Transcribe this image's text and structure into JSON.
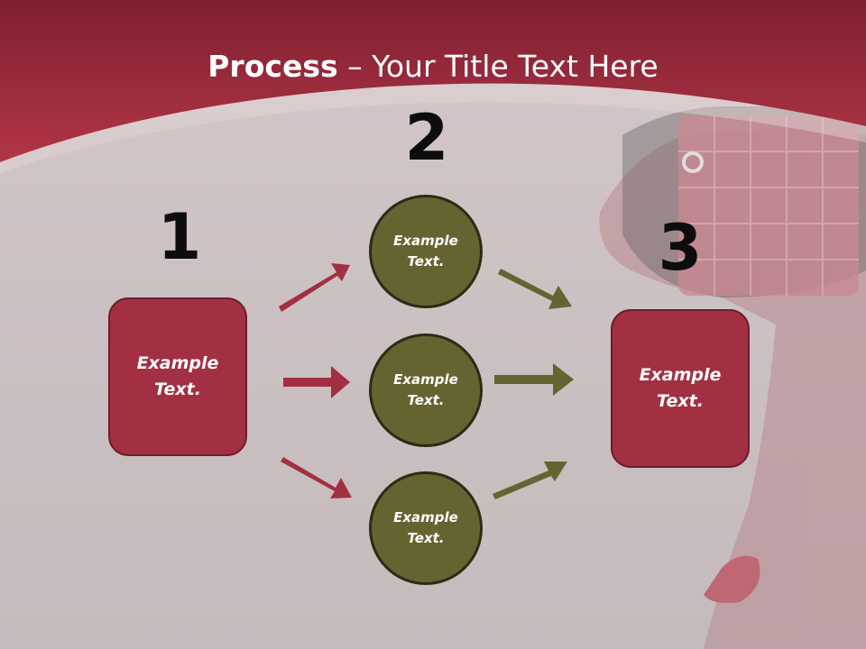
{
  "slide": {
    "title_bold": "Process",
    "title_rest": " – Your Title Text Here",
    "colors": {
      "header": "#a32f42",
      "box": "#a32f42",
      "circle": "#656431",
      "background": "#cfc4c5"
    }
  },
  "steps": [
    {
      "number": "1",
      "label": "Example\nText."
    },
    {
      "number": "2",
      "items": [
        {
          "label": "Example\nText."
        },
        {
          "label": "Example\nText."
        },
        {
          "label": "Example\nText."
        }
      ]
    },
    {
      "number": "3",
      "label": "Example\nText."
    }
  ],
  "icons": [
    "arrow-icon",
    "handbag-icon"
  ]
}
